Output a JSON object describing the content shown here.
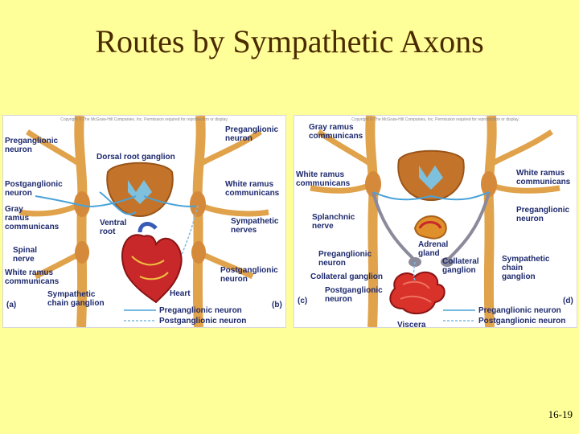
{
  "slide": {
    "title": "Routes by Sympathetic Axons",
    "page_number": "16-19"
  },
  "left_panel": {
    "copyright": "Copyright © The McGraw-Hill Companies, Inc. Permission required for reproduction or display.",
    "labels": {
      "preganglionic_neuron_left": "Preganglionic\nneuron",
      "preganglionic_neuron_right": "Preganglionic\nneuron",
      "dorsal_root_ganglion": "Dorsal root ganglion",
      "postganglionic_neuron_left": "Postganglionic\nneuron",
      "white_ramus_communicans_right": "White ramus\ncommunicans",
      "gray_ramus_communicans": "Gray\nramus\ncommunicans",
      "ventral_root": "Ventral\nroot",
      "sympathetic_nerves": "Sympathetic\nnerves",
      "spinal_nerve": "Spinal\nnerve",
      "white_ramus_communicans_left": "White ramus\ncommunicans",
      "postganglionic_neuron_right": "Postganglionic\nneuron",
      "sympathetic_chain_ganglion": "Sympathetic\nchain ganglion",
      "heart": "Heart",
      "panel_a": "(a)",
      "panel_b": "(b)"
    },
    "legend": {
      "preganglionic": "Preganglionic neuron",
      "postganglionic": "Postganglionic neuron"
    }
  },
  "right_panel": {
    "copyright": "Copyright © The McGraw-Hill Companies, Inc. Permission required for reproduction or display.",
    "labels": {
      "gray_ramus_communicans": "Gray ramus\ncommunicans",
      "white_ramus_communicans_left": "White ramus\ncommunicans",
      "white_ramus_communicans_right": "White ramus\ncommunicans",
      "preganglionic_neuron_right": "Preganglionic\nneuron",
      "splanchnic_nerve": "Splanchnic\nnerve",
      "adrenal_gland": "Adrenal\ngland",
      "preganglionic_neuron_left": "Preganglionic\nneuron",
      "collateral_ganglion_right": "Collateral\nganglion",
      "sympathetic_chain_ganglion": "Sympathetic\nchain\nganglion",
      "collateral_ganglion_left": "Collateral ganglion",
      "postganglionic_neuron": "Postganglionic\nneuron",
      "viscera": "Viscera",
      "panel_c": "(c)",
      "panel_d": "(d)"
    },
    "legend": {
      "preganglionic": "Preganglionic neuron",
      "postganglionic": "Postganglionic neuron"
    }
  },
  "colors": {
    "background": "#ffff99",
    "label_text": "#1e2a6e",
    "nerve": "#e0a24a",
    "spinal_cord": "#c4742a",
    "preganglionic_line": "#4aa3d8",
    "postganglionic_line": "#7fb8e0",
    "heart": "#c8282a",
    "viscera": "#d8322a"
  }
}
